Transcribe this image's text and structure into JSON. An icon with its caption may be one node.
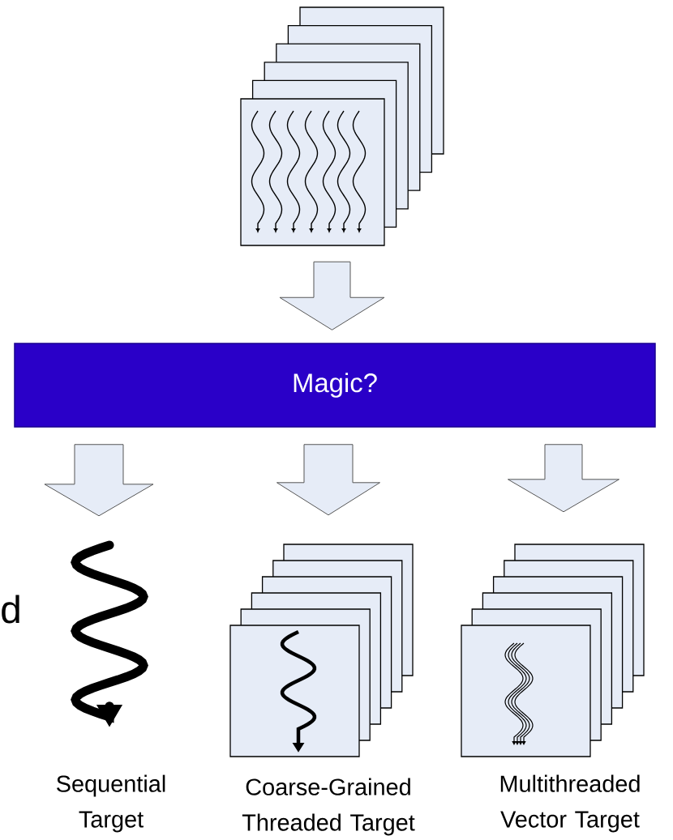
{
  "diagram": {
    "nodes": [
      {
        "text": [],
        "shape": "picture"
      },
      {
        "text": [
          "Magic?"
        ]
      },
      {
        "text": [],
        "shape": "picture",
        "beside": [
          "Sequential Target"
        ]
      },
      {
        "text": [],
        "shape": "picture",
        "beside": [
          "Coarse-Grained Threaded Target"
        ]
      },
      {
        "text": [],
        "shape": "picture",
        "beside": [
          "Multithreaded Vector Target"
        ]
      }
    ],
    "edges": [
      {
        "from": 0,
        "to": 1,
        "arrow": "to"
      },
      {
        "from": 1,
        "to": 2,
        "arrow": "to"
      },
      {
        "from": 1,
        "to": 3,
        "arrow": "to"
      },
      {
        "from": 1,
        "to": 4,
        "arrow": "to"
      }
    ],
    "labels": [
      "d"
    ]
  }
}
